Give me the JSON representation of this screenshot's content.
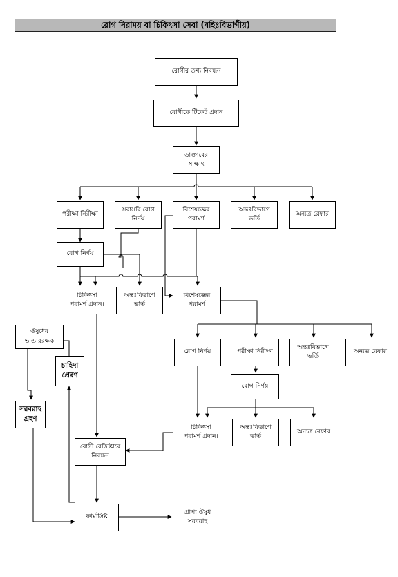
{
  "title": "রোগ নিরাময় বা চিকিৎসা সেবা (বহিঃবিভাগীয়)",
  "nodes": {
    "registration": "রোগীর তথ্য নিবন্ধন",
    "ticket": "রোগীকে টিকেট প্রদান",
    "doctor": "ডাক্তারের\nসাক্ষাৎ",
    "test1": "পরীক্ষা নিরীক্ষা",
    "direct_diag": "সরাসরি রোগ\nনির্ণয়",
    "specialist1": "বিশেষজ্ঞের\nপরামর্শ",
    "admit1": "অন্তঃবিভাগে\nভর্তি",
    "refer1": "অন্যত্র রেফার",
    "diag1": "রোগ নির্ণয়",
    "treatment1": "চিকিৎসা\nপরামর্শ প্রদান।",
    "admit2": "অন্তঃবিভাগে\nভর্তি",
    "specialist2": "বিশেষজ্ঞের\nপরামর্শ",
    "storekeeper": "ঔষুধের\nভান্ডাররক্ষক",
    "demand": "চাহিদা\nপ্রেরণ",
    "supply_recv": "সরবরাহ\nগ্রহণ",
    "diag2": "রোগ নির্ণয়",
    "test2": "পরীক্ষা নিরীক্ষা",
    "admit3": "অন্তঃবিভাগে\nভর্তি",
    "refer2": "অন্যত্র রেফার",
    "diag3": "রোগ নির্ণয়",
    "treatment2": "চিকিৎসা\nপরামর্শ প্রদান।",
    "admit4": "অন্তঃবিভাগে\nভর্তি",
    "refer3": "অন্যত্র রেফার",
    "register": "রোগী রেজিষ্টারে\nনিবন্ধন",
    "pharmacist": "ফার্মাসিষ্ট",
    "medicine_supply": "প্রাপ্য ঔষুধ\nসরবরাহ"
  }
}
